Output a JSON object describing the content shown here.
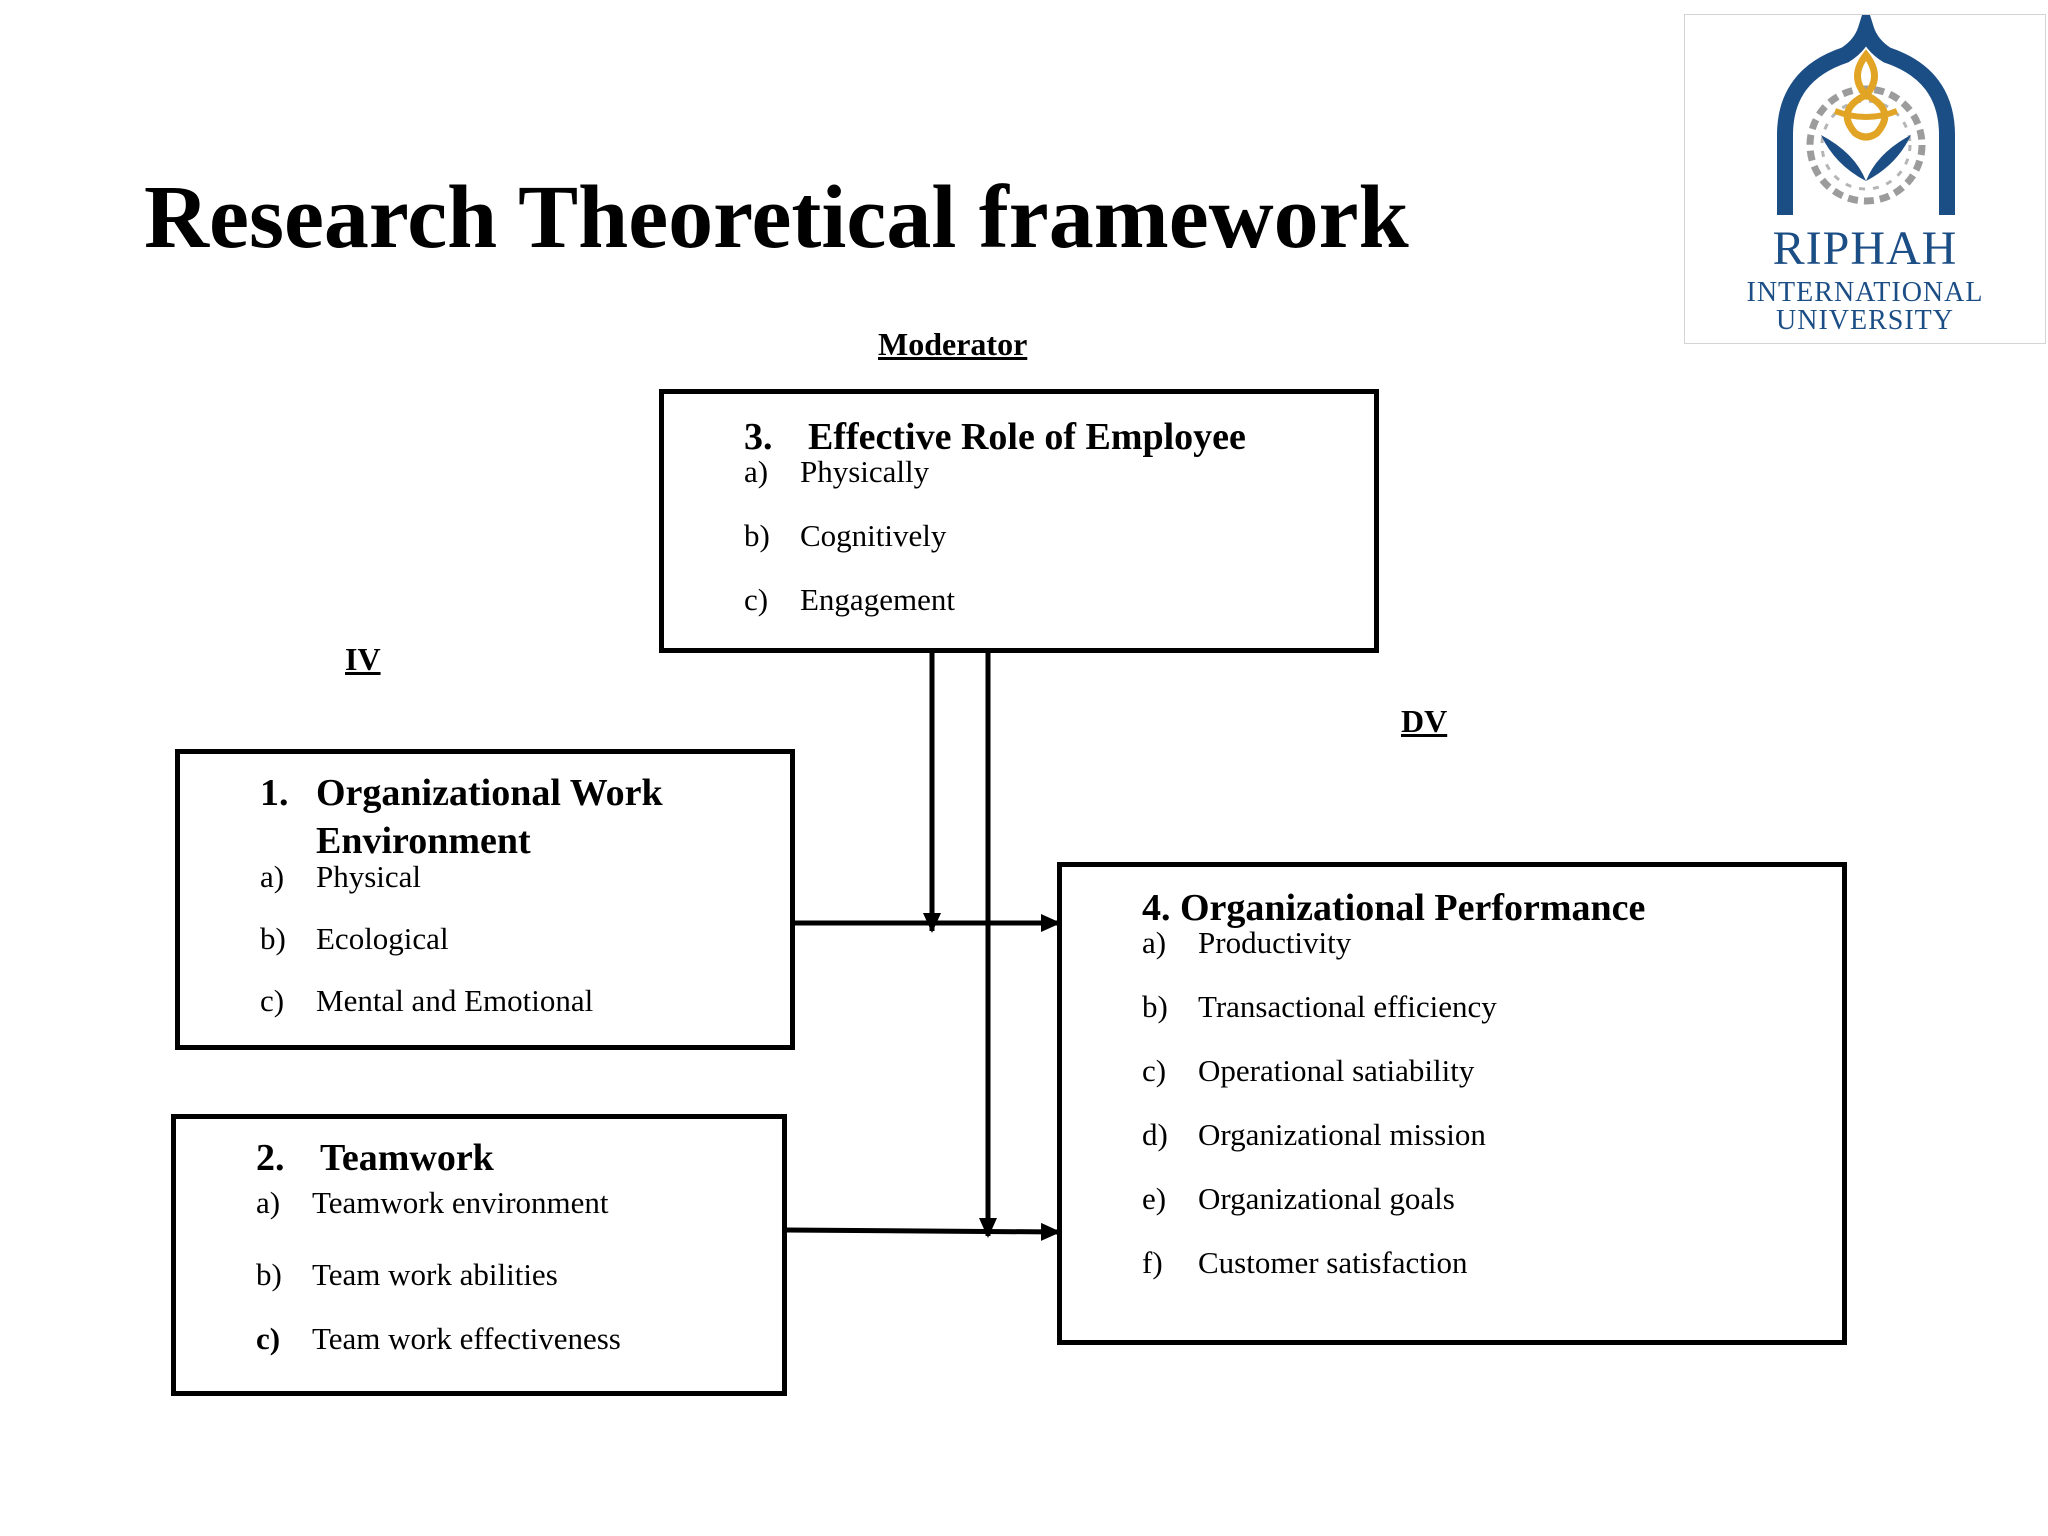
{
  "title": "Research Theoretical framework",
  "logo": {
    "line1": "RIPHAH",
    "line2": "INTERNATIONAL",
    "line3": "UNIVERSITY",
    "colors": {
      "blue": "#1c4e86",
      "gold": "#e2a425",
      "gray": "#9c9c9c"
    }
  },
  "labels": {
    "moderator": "Moderator",
    "iv": "IV",
    "dv": "DV"
  },
  "boxes": {
    "moderator": {
      "number": "3.",
      "title": "Effective Role of Employee",
      "items": [
        {
          "marker": "a)",
          "text": "Physically"
        },
        {
          "marker": "b)",
          "text": "Cognitively"
        },
        {
          "marker": "c)",
          "text": "Engagement"
        }
      ]
    },
    "iv1": {
      "number": "1.",
      "title_line1": "Organizational Work",
      "title_line2": "Environment",
      "items": [
        {
          "marker": "a)",
          "text": "Physical"
        },
        {
          "marker": "b)",
          "text": "Ecological"
        },
        {
          "marker": "c)",
          "text": "Mental and Emotional"
        }
      ]
    },
    "iv2": {
      "number": "2.",
      "title": "Teamwork",
      "items": [
        {
          "marker": "a)",
          "text": "Teamwork environment"
        },
        {
          "marker": "b)",
          "text": "Team work abilities"
        },
        {
          "marker": "c)",
          "text": "Team work effectiveness"
        }
      ]
    },
    "dv": {
      "title": "4. Organizational Performance",
      "items": [
        {
          "marker": "a)",
          "text": "Productivity"
        },
        {
          "marker": "b)",
          "text": "Transactional efficiency"
        },
        {
          "marker": "c)",
          "text": "Operational satiability"
        },
        {
          "marker": "d)",
          "text": "Organizational mission"
        },
        {
          "marker": "e)",
          "text": "Organizational goals"
        },
        {
          "marker": "f)",
          "text": "Customer satisfaction"
        }
      ]
    }
  }
}
